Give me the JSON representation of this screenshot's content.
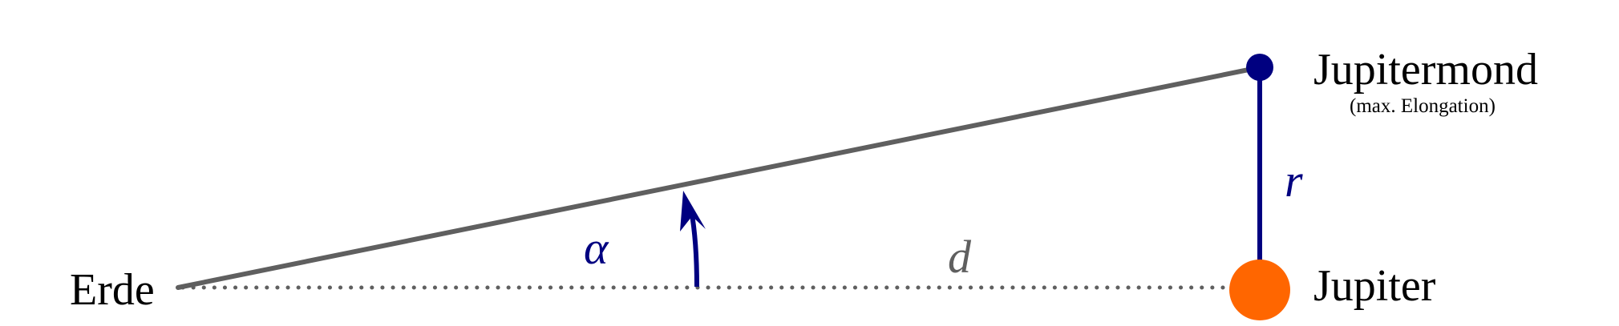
{
  "labels": {
    "earth": "Erde",
    "moon": "Jupitermond",
    "moon_note": "(max. Elongation)",
    "jupiter": "Jupiter",
    "radius": "r",
    "distance": "d",
    "angle": "α"
  },
  "colors": {
    "sight_line": "#5f5f5f",
    "distance_line": "#5f5f5f",
    "moon": "#000080",
    "radius_line": "#000080",
    "angle_arrow": "#000080",
    "jupiter": "#ff6600",
    "text": "#000000"
  }
}
